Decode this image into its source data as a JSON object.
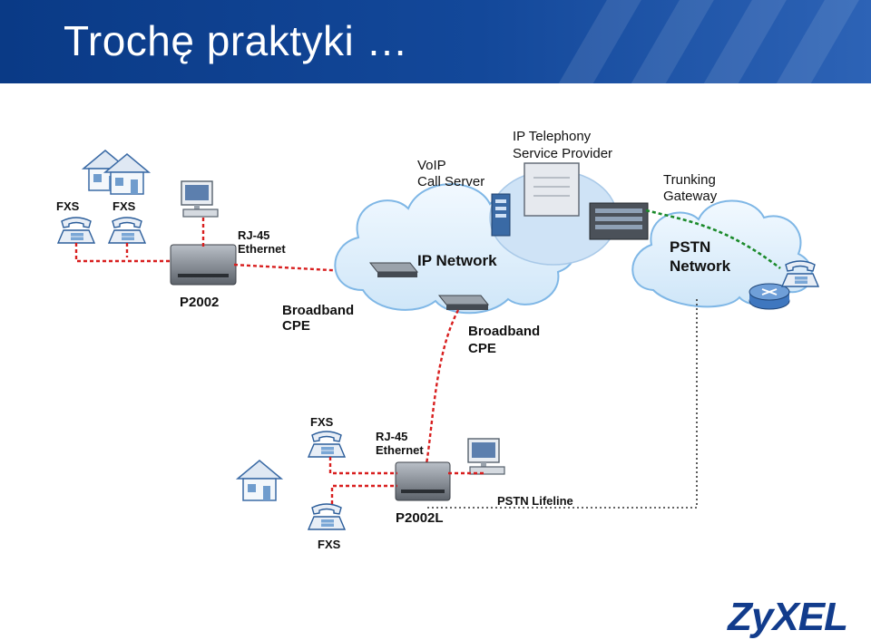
{
  "header": {
    "title": "Trochę praktyki …"
  },
  "labels": {
    "fxs_left_1": "FXS",
    "fxs_left_2": "FXS",
    "rj45_top_1": "RJ-45",
    "rj45_top_2": "Ethernet",
    "p2002": "P2002",
    "broadband_left_1": "Broadband",
    "broadband_left_2": "CPE",
    "voip_1": "VoIP",
    "voip_2": "Call Server",
    "iptel_1": "IP Telephony",
    "iptel_2": "Service Provider",
    "trunk_1": "Trunking",
    "trunk_2": "Gateway",
    "ip_network": "IP Network",
    "pstn_1": "PSTN",
    "pstn_2": "Network",
    "broadband_mid_1": "Broadband",
    "broadband_mid_2": "CPE",
    "fxs_bottom_1": "FXS",
    "rj45_bottom_1": "RJ-45",
    "rj45_bottom_2": "Ethernet",
    "p2002l": "P2002L",
    "pstn_lifeline": "PSTN Lifeline",
    "fxs_bottom_2": "FXS"
  },
  "logo": {
    "text": "ZyXEL"
  },
  "colors": {
    "header_bg": "#13489a",
    "red_link": "#d81e1e",
    "green_link": "#1a8a2a",
    "cloud_fill": "#d8ecfa",
    "cloud_edge": "#7fb7e6",
    "logo": "#123c8c"
  }
}
